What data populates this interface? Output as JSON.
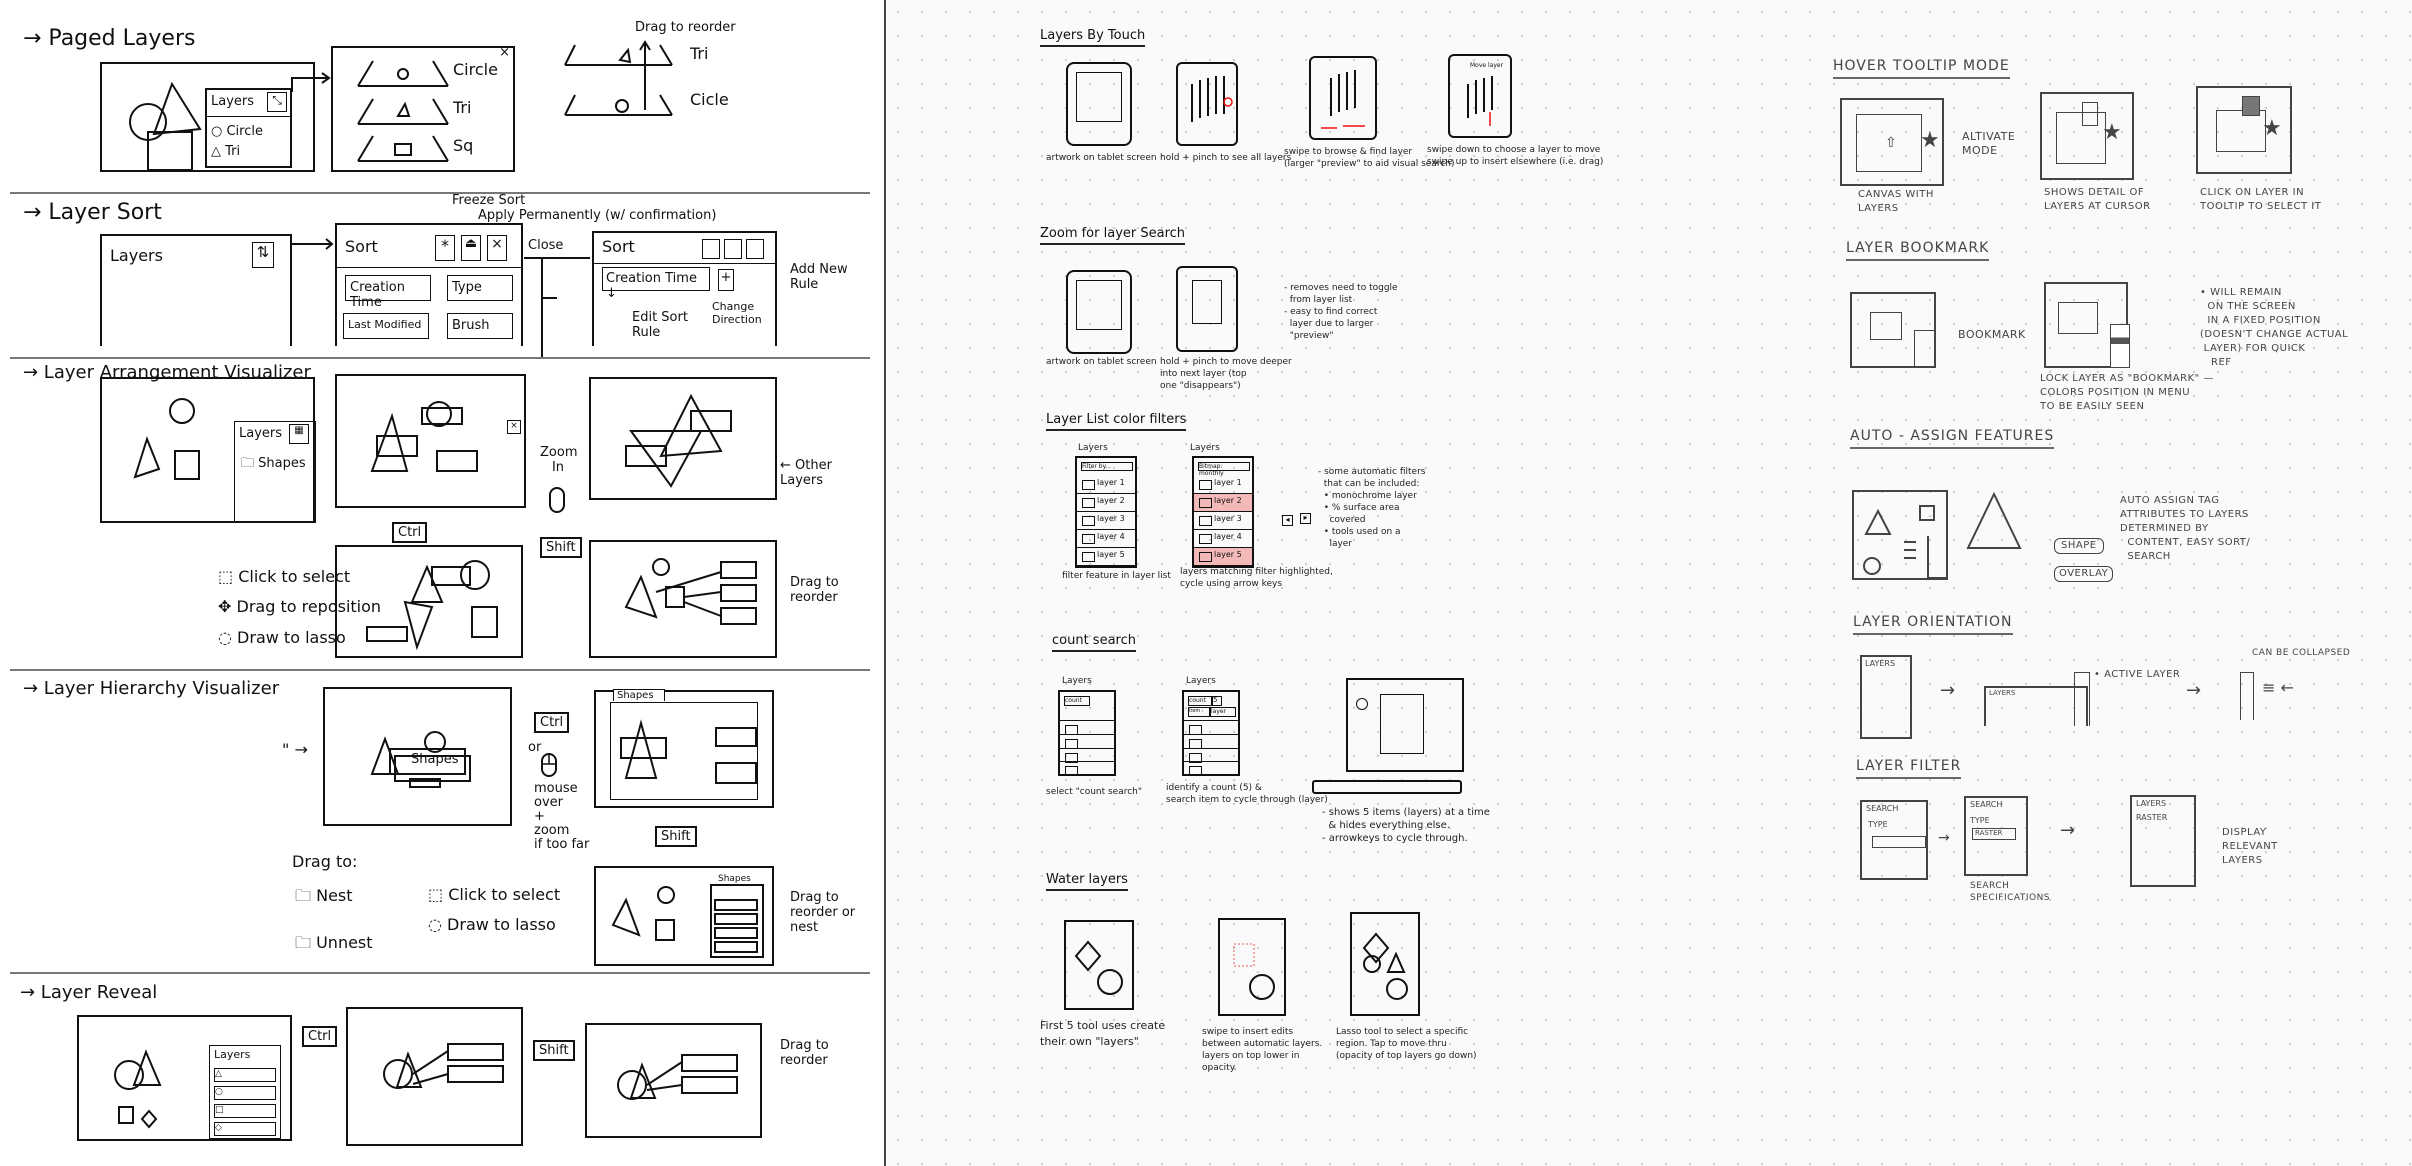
{
  "left": {
    "paged": {
      "title": "→ Paged Layers",
      "panel_title": "Layers",
      "items": [
        "Circle",
        "Tri"
      ],
      "pages": [
        "Circle",
        "Tri",
        "Sq"
      ],
      "reorder_note": "Drag to reorder",
      "reordered": [
        "Tri",
        "Cicle"
      ],
      "close": "×"
    },
    "sort": {
      "title": "→ Layer Sort",
      "layers_label": "Layers",
      "sort_icon": "⇅",
      "sort_label": "Sort",
      "options": [
        "Creation Time",
        "Type",
        "Last Modified",
        "Brush"
      ],
      "freeze": "Freeze Sort",
      "apply": "Apply Permanently (w/ confirmation)",
      "close": "Close",
      "rule": "Creation Time ↓",
      "add": "Add New Rule",
      "plus": "+",
      "edit": "Edit Sort Rule",
      "direction": "Change Direction",
      "x": "×",
      "star": "*"
    },
    "arrange": {
      "title": "→ Layer Arrangement Visualizer",
      "layers_label": "Layers",
      "folder": "Shapes",
      "zoom": "Zoom In",
      "other": "← Other Layers",
      "ctrl": "Ctrl",
      "shift": "Shift",
      "legend": [
        "Click to select",
        "Drag to reposition",
        "Draw to lasso"
      ],
      "drag_note": "Drag to reorder"
    },
    "hier": {
      "title": "→ Layer Hierarchy Visualizer",
      "quote": "\" →",
      "folder": "Shapes",
      "ctrl": "Ctrl",
      "or": "or",
      "hover": [
        "mouse",
        "over",
        "+",
        "zoom",
        "if too far"
      ],
      "shift": "Shift",
      "drag_to": "Drag to:",
      "nest": "Nest",
      "unnest": "Unnest",
      "legend": [
        "Click to select",
        "Draw to lasso"
      ],
      "drag_note": "Drag to reorder or nest"
    },
    "reveal": {
      "title": "→ Layer Reveal",
      "layers_label": "Layers",
      "ctrl": "Ctrl",
      "shift": "Shift",
      "drag_note": "Drag to reorder"
    }
  },
  "middle": {
    "touch": {
      "title": "Layers By Touch",
      "captions": [
        "artwork on tablet screen",
        "hold + pinch to see all layers",
        "swipe to browse & find layer\n(larger \"preview\" to aid visual search)",
        "swipe down to choose a layer to move\nswipe up to insert elsewhere (i.e. drag)"
      ],
      "screen_label": "Move layer"
    },
    "zoom": {
      "title": "Zoom for layer Search",
      "captions": [
        "artwork on tablet screen",
        "hold + pinch to move deeper\ninto next layer (top\none \"disappears\")"
      ],
      "notes": "- removes need to toggle\n  from layer list\n- easy to find correct\n  layer due to larger\n  \"preview\""
    },
    "filters": {
      "title": "Layer List color filters",
      "list_label": "Layers",
      "search_placeholder": "Filter by...",
      "search_value": "Bitmap: monthly",
      "layers": [
        "layer 1",
        "layer 2",
        "layer 3",
        "layer 4",
        "layer 5"
      ],
      "highlighted": [
        1,
        4
      ],
      "highlight_color": "#f3b9b9",
      "captions": [
        "filter feature in layer list",
        "layers matching filter highlighted,\ncycle using arrow keys"
      ],
      "notes": "- some automatic filters\n  that can be included:\n  • monochrome layer\n  • % surface area\n    covered\n  • tools used on a\n    layer",
      "prev": "◂",
      "next": "▸"
    },
    "count": {
      "title": "count search",
      "list_label": "Layers",
      "count_label": "count",
      "count_value": "5",
      "item_label": "item :",
      "item_value": "layer",
      "captions": [
        "select \"count search\"",
        "identify a count (5) &\nsearch item to cycle through (layer)"
      ],
      "notes": "- shows 5 items (layers) at a time\n  & hides everything else.\n- arrowkeys to cycle through."
    },
    "water": {
      "title": "Water layers",
      "captions": [
        "First 5 tool uses create\ntheir own \"layers\"",
        "swipe to insert edits\nbetween automatic layers.\nlayers on top lower in\nopacity.",
        "Lasso tool to select a specific\nregion. Tap to move thru\n(opacity of top layers go down)"
      ]
    }
  },
  "rightcol": {
    "hover": {
      "title": "HOVER TOOLTIP MODE",
      "mode": "ALTIVATE\nMODE",
      "captions": [
        "CANVAS WITH\nLAYERS",
        "SHOWS DETAIL OF\nLAYERS AT CURSOR",
        "CLICK ON LAYER IN\nTOOLTIP TO SELECT IT"
      ]
    },
    "bookmark": {
      "title": "LAYER BOOKMARK",
      "action": "BOOKMARK",
      "caption": "LOCK LAYER AS \"BOOKMARK\" —\nCOLORS POSITION IN MENU\nTO BE EASILY SEEN",
      "notes": "• WILL REMAIN\n  ON THE SCREEN\n  IN A FIXED POSITION\n(DOESN'T CHANGE ACTUAL\n LAYER) FOR QUICK\n   REF"
    },
    "auto": {
      "title": "AUTO - ASSIGN FEATURES",
      "tags": [
        "SHAPE",
        "OVERLAY"
      ],
      "notes": "AUTO ASSIGN TAG\nATTRIBUTES TO LAYERS\nDETERMINED BY\n  CONTENT, EASY SORT/\n  SEARCH"
    },
    "orient": {
      "title": "LAYER ORIENTATION",
      "list_label": "LAYERS",
      "active": "• ACTIVE LAYER",
      "collapsed": "CAN BE COLLAPSED"
    },
    "filter": {
      "title": "LAYER FILTER",
      "search": "SEARCH",
      "type": "TYPE",
      "type_value": "RASTER",
      "spec": "SEARCH\nSPECIFICATIONS",
      "layers": "LAYERS",
      "raster": "RASTER",
      "display": "DISPLAY\nRELEVANT\nLAYERS"
    }
  }
}
